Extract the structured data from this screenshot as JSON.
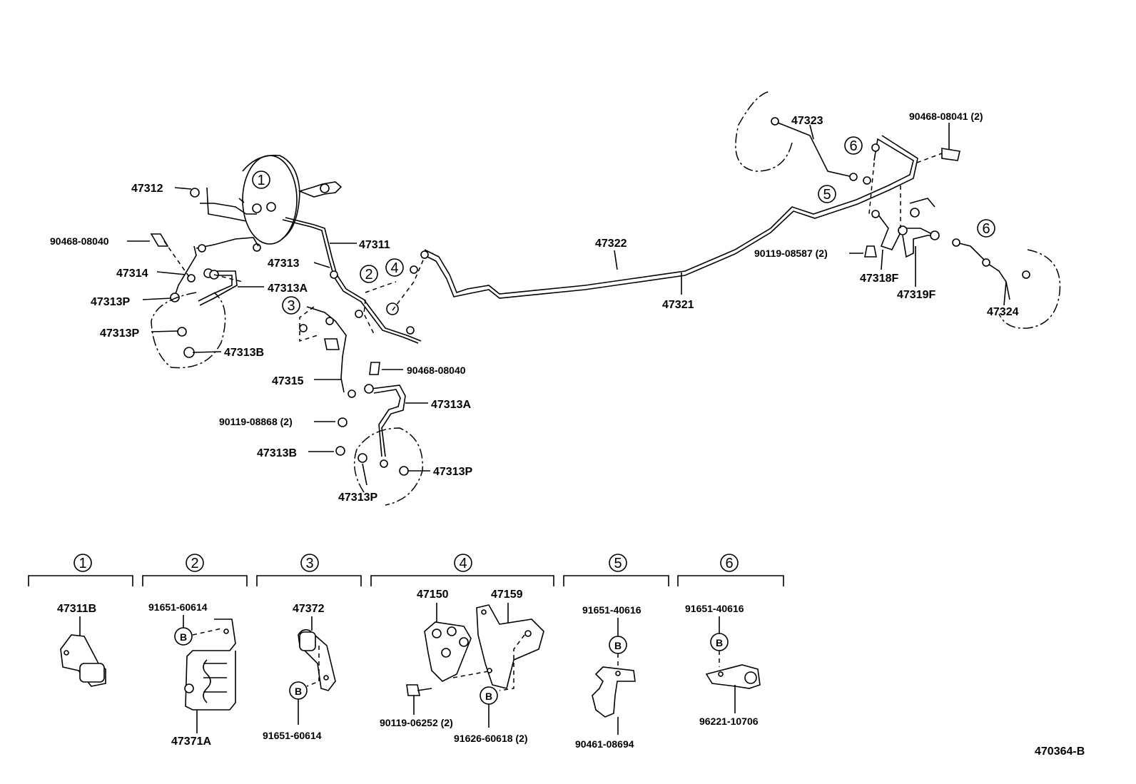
{
  "diagram_id": "470364-B",
  "callouts": {
    "booster_brake_lines": [
      "47312",
      "90468-08040",
      "47314",
      "47313P",
      "47313P",
      "47313A",
      "47313B",
      "47311",
      "47313",
      "47315"
    ],
    "front_lower": [
      "90468-08040",
      "47313A",
      "90119-08868 (2)",
      "47313B",
      "47313P",
      "47313P"
    ],
    "center_lines": [
      "47322",
      "47321"
    ],
    "rear_lines": [
      "47323",
      "90468-08041 (2)",
      "90119-08587 (2)",
      "47318F",
      "47319F",
      "47324"
    ]
  },
  "circle_refs": [
    "1",
    "2",
    "3",
    "4",
    "5",
    "6"
  ],
  "detail_sections": [
    {
      "num": "1",
      "parts": [
        "47311B"
      ]
    },
    {
      "num": "2",
      "parts": [
        "91651-60614",
        "47371A"
      ],
      "marker": "B"
    },
    {
      "num": "3",
      "parts": [
        "47372",
        "91651-60614"
      ],
      "marker": "B"
    },
    {
      "num": "4",
      "parts": [
        "47150",
        "47159",
        "90119-06252 (2)",
        "91626-60618 (2)"
      ],
      "marker": "B"
    },
    {
      "num": "5",
      "parts": [
        "91651-40616",
        "90461-08694"
      ],
      "marker": "B"
    },
    {
      "num": "6",
      "parts": [
        "91651-40616",
        "96221-10706"
      ],
      "marker": "B"
    }
  ]
}
